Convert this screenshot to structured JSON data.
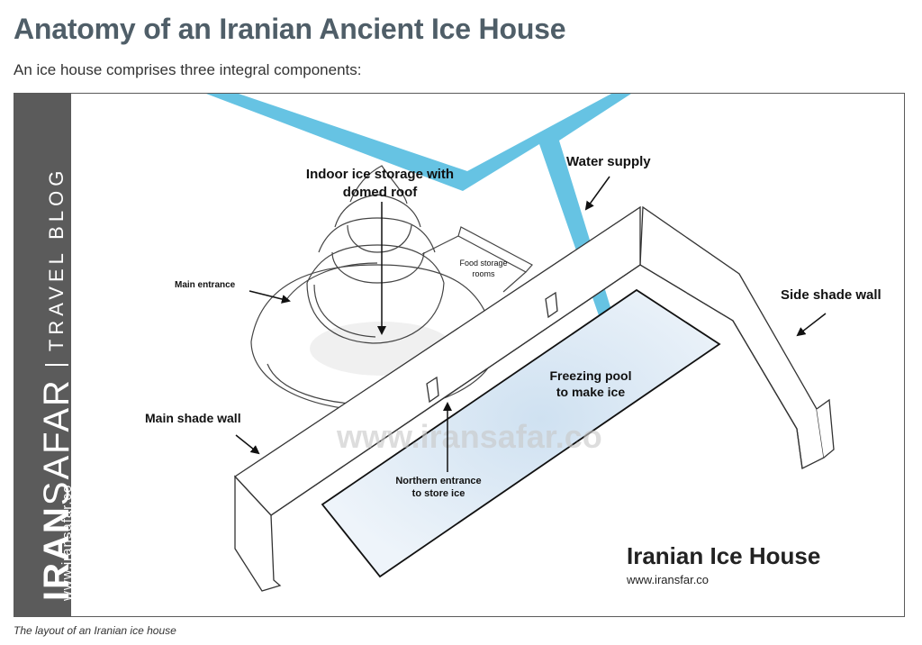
{
  "header": {
    "title": "Anatomy of an Iranian Ancient Ice House",
    "subtitle": "An ice house comprises three integral components:"
  },
  "sidebar": {
    "brand_bold": "IRAN",
    "brand_light": "SAFAR",
    "brand_tag": "TRAVEL BLOG",
    "url": "www.iransafar.co"
  },
  "diagram": {
    "labels": {
      "indoor_storage_line1": "Indoor ice storage with",
      "indoor_storage_line2": "domed roof",
      "water_supply": "Water supply",
      "food_storage_line1": "Food storage",
      "food_storage_line2": "rooms",
      "main_entrance": "Main entrance",
      "side_shade_wall": "Side shade wall",
      "freezing_pool_line1": "Freezing pool",
      "freezing_pool_line2": "to make ice",
      "main_shade_wall": "Main shade wall",
      "northern_entrance_line1": "Northern entrance",
      "northern_entrance_line2": "to store ice"
    },
    "watermark": "www.iransafar.co",
    "brand_title": "Iranian Ice House",
    "brand_url": "www.iransfar.co",
    "colors": {
      "water": "#66c3e3",
      "pool": "#dde8f3",
      "line": "#222222",
      "sidebar": "#5b5b5b"
    }
  },
  "caption": "The layout of an Iranian ice house"
}
